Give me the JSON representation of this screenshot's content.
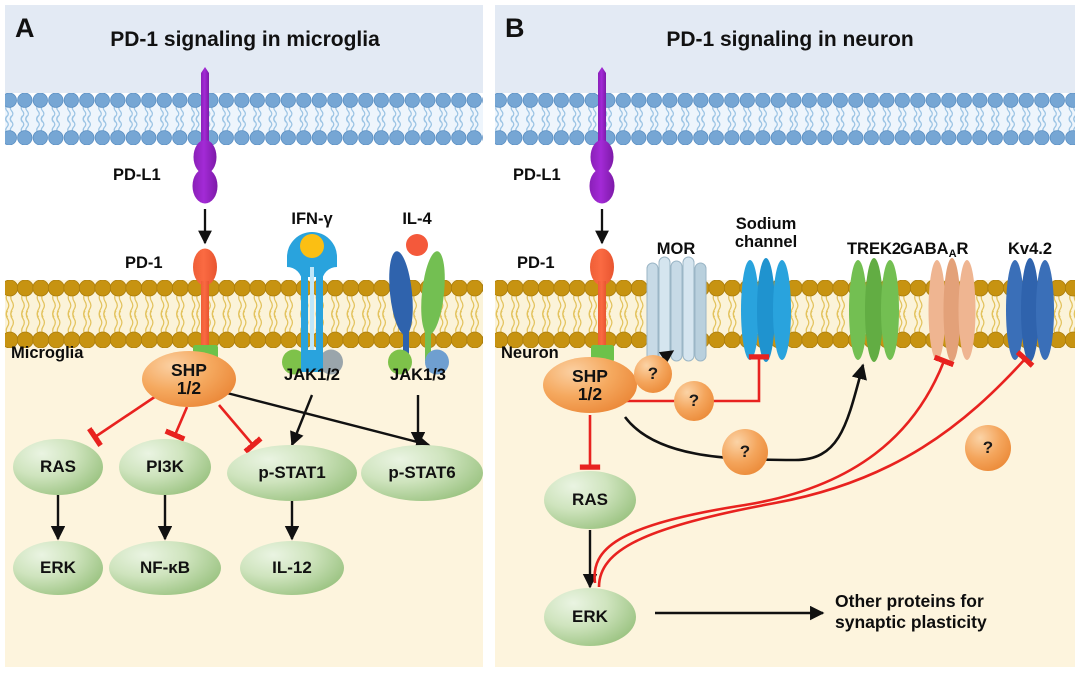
{
  "figure": {
    "background": "#ffffff",
    "panel_bg_extracellular": "#e3eaf4",
    "panel_bg_cytoplasm": "#fdf4dd",
    "inhibit_color": "#e8221f",
    "activate_color": "#111111"
  },
  "panelA": {
    "letter": "A",
    "title": "PD-1 signaling in microglia",
    "cell_label": "Microglia",
    "ligand_label": "PD-L1",
    "receptor_label": "PD-1",
    "cytokines": [
      {
        "name": "IFN-γ",
        "jak": "JAK1/2"
      },
      {
        "name": "IL-4",
        "jak": "JAK1/3"
      }
    ],
    "hub": {
      "line1": "SHP",
      "line2": "1/2"
    },
    "effectors_row1": [
      "RAS",
      "PI3K",
      "p-STAT1",
      "p-STAT6"
    ],
    "effectors_row2": [
      "ERK",
      "NF-κB",
      "IL-12"
    ],
    "edges": [
      {
        "from": "SHP 1/2",
        "to": "RAS",
        "type": "inhibit"
      },
      {
        "from": "SHP 1/2",
        "to": "PI3K",
        "type": "inhibit"
      },
      {
        "from": "SHP 1/2",
        "to": "p-STAT1",
        "type": "inhibit"
      },
      {
        "from": "SHP 1/2",
        "to": "p-STAT6",
        "type": "activate"
      },
      {
        "from": "JAK1/2",
        "to": "p-STAT1",
        "type": "activate"
      },
      {
        "from": "JAK1/3",
        "to": "p-STAT6",
        "type": "activate"
      },
      {
        "from": "RAS",
        "to": "ERK",
        "type": "activate"
      },
      {
        "from": "PI3K",
        "to": "NF-κB",
        "type": "activate"
      },
      {
        "from": "p-STAT1",
        "to": "IL-12",
        "type": "activate"
      },
      {
        "from": "PD-L1",
        "to": "PD-1",
        "type": "activate"
      }
    ]
  },
  "panelB": {
    "letter": "B",
    "title": "PD-1 signaling in neuron",
    "cell_label": "Neuron",
    "ligand_label": "PD-L1",
    "receptor_label": "PD-1",
    "channels": [
      {
        "name": "MOR",
        "color": "#b9d0dd"
      },
      {
        "name": "Sodium channel",
        "color": "#29a3dd"
      },
      {
        "name": "TREK2",
        "color": "#73bf52"
      },
      {
        "name": "GABA_A R",
        "color": "#efb591"
      },
      {
        "name": "Kv4.2",
        "color": "#2f63ad"
      }
    ],
    "hub": {
      "line1": "SHP",
      "line2": "1/2"
    },
    "unknowns": [
      "?",
      "?",
      "?",
      "?"
    ],
    "effectors": [
      "RAS",
      "ERK"
    ],
    "outcome": "Other proteins for\nsynaptic plasticity",
    "outcome_line1": "Other proteins for",
    "outcome_line2": "synaptic plasticity",
    "edges": [
      {
        "from": "PD-L1",
        "to": "PD-1",
        "type": "activate"
      },
      {
        "from": "SHP 1/2",
        "to": "?",
        "type": "activate-dashed"
      },
      {
        "from": "?",
        "to": "MOR",
        "type": "activate-dashed"
      },
      {
        "from": "SHP 1/2",
        "to": "Sodium channel",
        "type": "inhibit"
      },
      {
        "from": "SHP 1/2",
        "to": "TREK2",
        "type": "activate"
      },
      {
        "from": "SHP 1/2",
        "to": "RAS",
        "type": "inhibit"
      },
      {
        "from": "RAS",
        "to": "ERK",
        "type": "activate"
      },
      {
        "from": "ERK",
        "to": "GABA_A R",
        "type": "inhibit"
      },
      {
        "from": "ERK",
        "to": "Kv4.2",
        "type": "inhibit"
      },
      {
        "from": "ERK",
        "to": "Other proteins for synaptic plasticity",
        "type": "activate"
      }
    ]
  }
}
